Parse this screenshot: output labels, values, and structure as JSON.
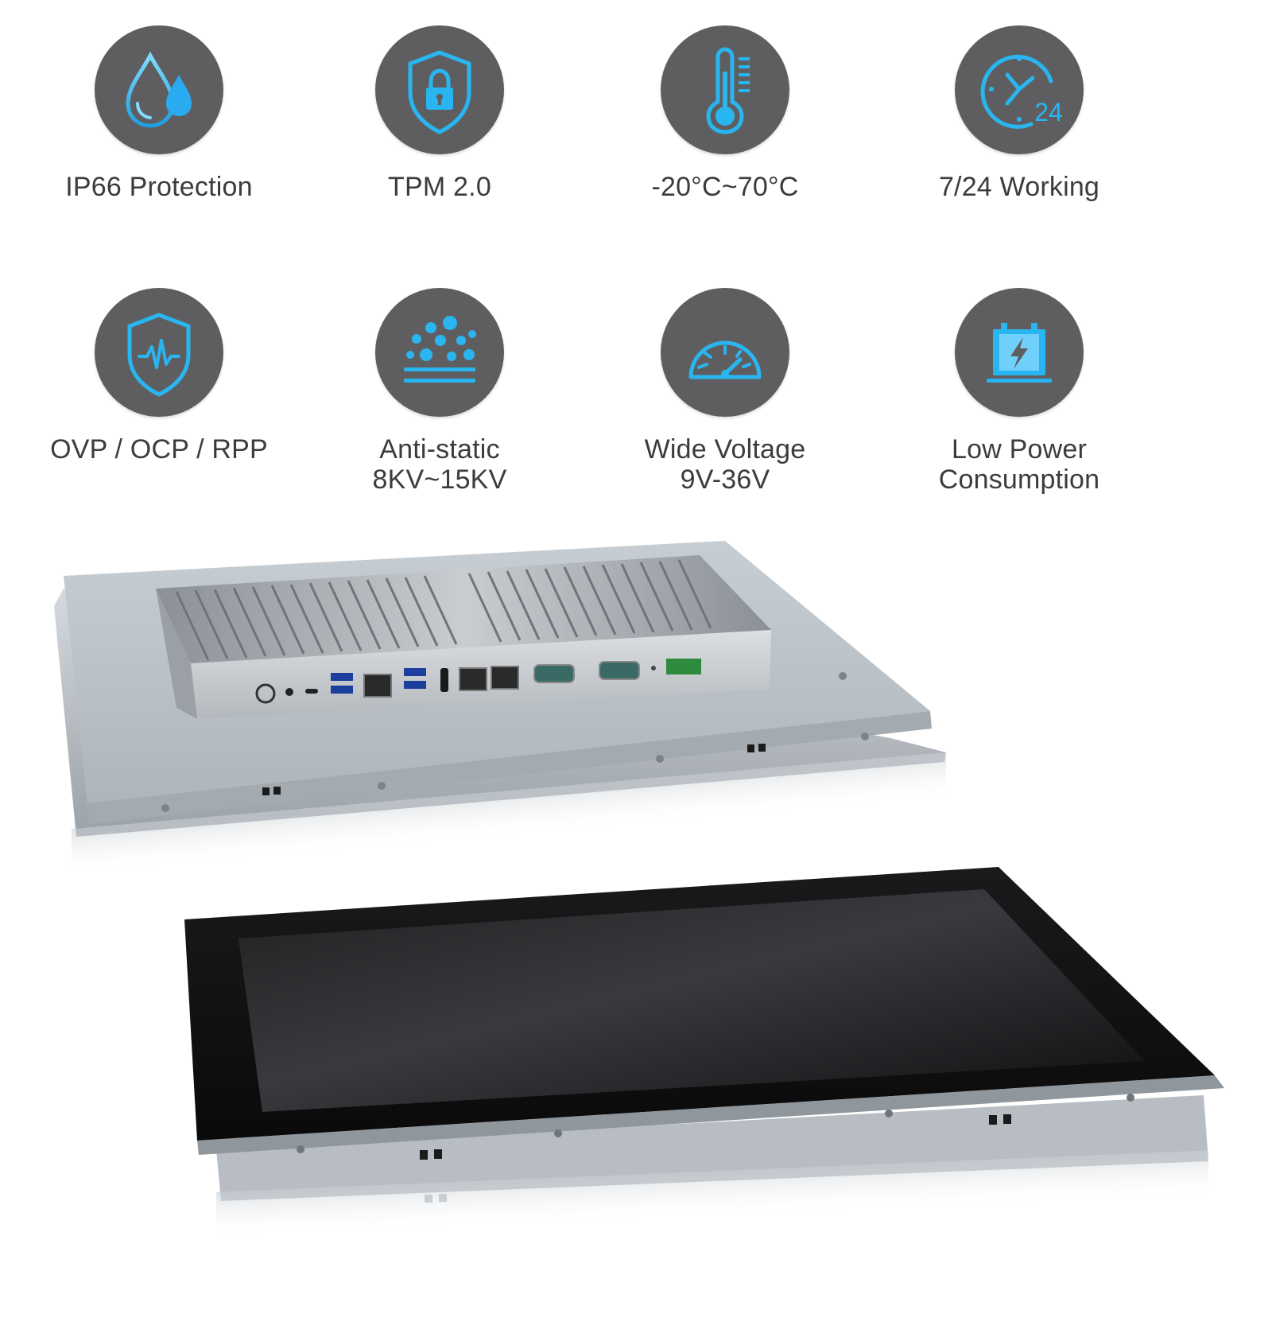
{
  "features": [
    {
      "icon": "water-drops-icon",
      "line1": "IP66 Protection",
      "line2": ""
    },
    {
      "icon": "shield-lock-icon",
      "line1": "TPM 2.0",
      "line2": ""
    },
    {
      "icon": "thermometer-icon",
      "line1": "-20°C~70°C",
      "line2": ""
    },
    {
      "icon": "clock-24-icon",
      "line1": "7/24 Working",
      "line2": ""
    },
    {
      "icon": "shield-wave-icon",
      "line1": "OVP / OCP / RPP",
      "line2": ""
    },
    {
      "icon": "particles-icon",
      "line1": "Anti-static",
      "line2": "8KV~15KV"
    },
    {
      "icon": "gauge-icon",
      "line1": "Wide Voltage",
      "line2": "9V-36V"
    },
    {
      "icon": "battery-bolt-icon",
      "line1": "Low Power",
      "line2": "Consumption"
    }
  ],
  "colors": {
    "icon_circle": "#5e5e60",
    "icon_accent": "#29b6f0",
    "label_text": "#3c3c3c",
    "chassis": "#b9c0c6",
    "screen": "#151517"
  },
  "products": [
    {
      "name": "panel-pc-rear-view",
      "icon": "industrial-panel-pc-rear"
    },
    {
      "name": "panel-pc-front-view",
      "icon": "industrial-panel-pc-front"
    }
  ]
}
